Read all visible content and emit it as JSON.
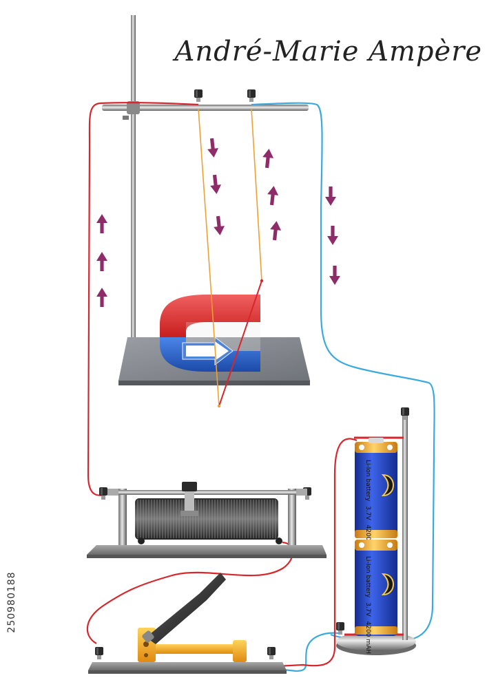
{
  "title": "André-Marie Ampère",
  "stock_id": "250980188",
  "battery": {
    "label_type": "Li-Ion battery",
    "voltage": "3.7V",
    "capacity": "4200 mAH"
  },
  "colors": {
    "positive_wire": "#d7262c",
    "negative_wire": "#3aa9e0",
    "arrow": "#8e2c6a",
    "magnet_north": "#e23b3b",
    "magnet_south": "#2a63c8",
    "battery_body": "#1f3fc4",
    "battery_band": "#f0a020",
    "switch": "#f2a81e",
    "conductor_wire": "#f0a030"
  },
  "icons": [
    "current-arrow-down-icon",
    "current-arrow-up-icon",
    "field-arrow-icon"
  ]
}
